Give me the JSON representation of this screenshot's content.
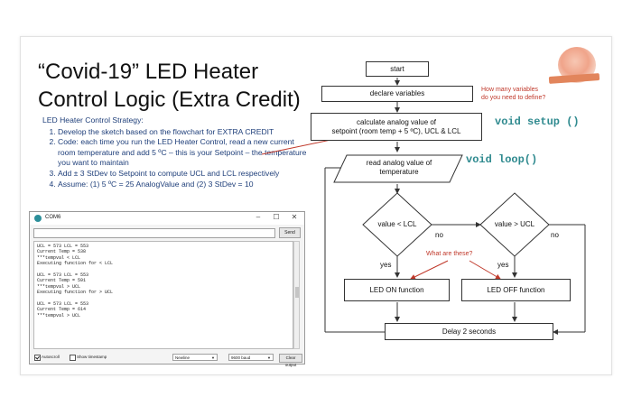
{
  "title_line1": "“Covid-19” LED Heater",
  "title_line2": "Control Logic (Extra Credit)",
  "strategy": {
    "heading": "LED Heater Control Strategy:",
    "items": [
      "Develop the sketch based on the flowchart for EXTRA CREDIT",
      "Code: each time you run the LED Heater Control, read a new current room temperature and add 5 ºC – this is your Setpoint – the temperature you want to maintain",
      "Add ± 3 StDev to Setpoint to compute UCL and LCL respectively",
      "Assume: (1) 5 ºC = 25 AnalogValue and (2) 3 StDev = 10"
    ]
  },
  "serial_monitor": {
    "title": "COM6",
    "minimize": "–",
    "maximize": "☐",
    "close": "✕",
    "send_label": "Send",
    "lines": [
      "UCL = 573 LCL = 553",
      "Current Temp = 538",
      "***tempval < LCL",
      "Executing function for < LCL",
      "",
      "UCL = 573 LCL = 553",
      "Current Temp = 591",
      "***tempval > UCL",
      "Executing function for > UCL",
      "",
      "UCL = 573 LCL = 553",
      "Current Temp = 614",
      "***tempval > UCL"
    ],
    "autoscroll_label": "Autoscroll",
    "timestamp_label": "Show timestamp",
    "line_ending": "Newline",
    "baud": "9600 baud",
    "clear_label": "Clear output"
  },
  "flowchart": {
    "start": "start",
    "declare": "declare variables",
    "calc_line1": "calculate analog value of",
    "calc_line2": "setpoint (room temp + 5 ºC), UCL & LCL",
    "read_line1": "read analog value of",
    "read_line2": "temperature",
    "decision1": "value < LCL",
    "decision2": "value > UCL",
    "yes1": "yes",
    "no1": "no",
    "yes2": "yes",
    "no2": "no",
    "led_on": "LED ON function",
    "led_off": "LED OFF function",
    "delay": "Delay 2 seconds",
    "note_define_line1": "How many variables",
    "note_define_line2": "do you need to define?",
    "note_these": "What are these?",
    "code_setup": "void setup ()",
    "code_loop": "void loop()"
  },
  "colors": {
    "accent_red": "#c0392b",
    "code_teal": "#2f8a8f",
    "strategy_blue": "#1f3f7a"
  }
}
